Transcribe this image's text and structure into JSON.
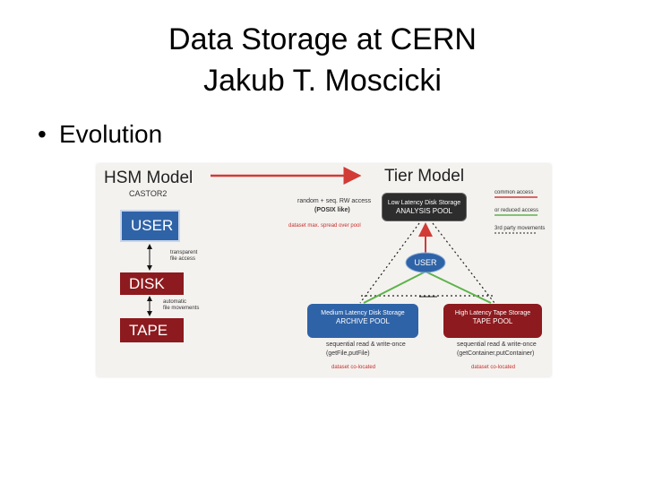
{
  "slide": {
    "title_line1": "Data Storage at CERN",
    "title_line2": "Jakub T. Moscicki",
    "bullet": "Evolution"
  },
  "figure": {
    "hsm": {
      "heading": "HSM Model",
      "subheading": "CASTOR2",
      "user": "USER",
      "disk": "DISK",
      "tape": "TAPE",
      "access_note_1": "transparent",
      "access_note_2": "file access",
      "movement_note_1": "automatic",
      "movement_note_2": "file movements"
    },
    "tier": {
      "heading": "Tier Model",
      "access_line1": "random + seq. RW access",
      "access_line2": "(POSIX like)",
      "spread_note": "dataset max. spread over pool",
      "analysis_line1": "Low Latency Disk Storage",
      "analysis_line2": "ANALYSIS POOL",
      "user": "USER",
      "archive_line1": "Medium Latency Disk Storage",
      "archive_line2": "ARCHIVE POOL",
      "archive_access": "sequential read & write-once",
      "archive_api": "(getFile,putFile)",
      "archive_loc": "dataset co-located",
      "tape_line1": "High Latency Tape Storage",
      "tape_line2": "TAPE POOL",
      "tape_access": "sequential read & write-once",
      "tape_api": "(getContainer,putContainer)",
      "tape_loc": "dataset co-located"
    },
    "legend": {
      "item1": "common access",
      "item2": "or reduced access",
      "item3": "3rd party movements"
    },
    "colors": {
      "blue": "#2f63a7",
      "dark_red": "#8d1a1e",
      "arrow_red": "#d23a36",
      "green": "#5cb34a"
    }
  }
}
